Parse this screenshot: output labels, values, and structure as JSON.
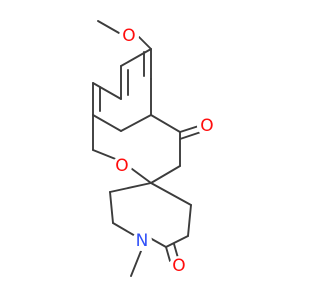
{
  "atoms": {
    "methoxy_oxygen": {
      "label": "O",
      "color": "#ff0d0d"
    },
    "ketone_oxygen": {
      "label": "O",
      "color": "#ff0d0d"
    },
    "ring_oxygen": {
      "label": "O",
      "color": "#ff0d0d"
    },
    "amide_oxygen": {
      "label": "O",
      "color": "#ff0d0d"
    },
    "nitrogen": {
      "label": "N",
      "color": "#3050f8"
    }
  },
  "bond_color": "#3c3c3c"
}
